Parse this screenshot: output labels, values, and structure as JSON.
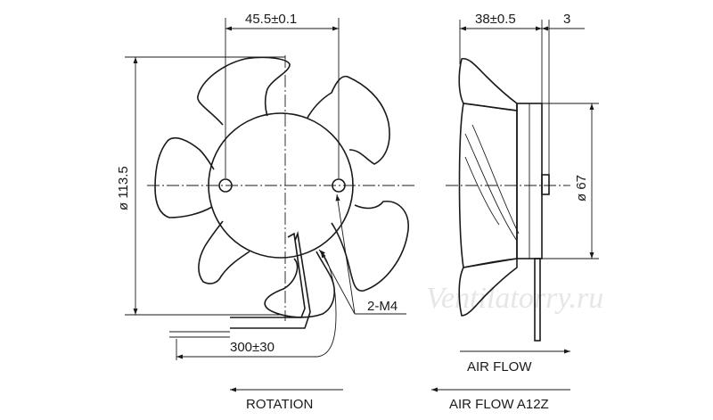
{
  "front_view": {
    "hole_spacing": "45.5±0.1",
    "overall_diameter": "ø 113.5",
    "holes_callout": "2-M4",
    "lead_length": "300±30",
    "rotation_label": "ROTATION"
  },
  "side_view": {
    "depth": "38±0.5",
    "flange_thickness": "3",
    "hub_diameter": "ø 67",
    "airflow_label": "AIR FLOW",
    "airflow_variant_label": "AIR FLOW A12Z"
  },
  "watermark": "Ventilatorry.ru",
  "colors": {
    "ink": "#1a1a1a",
    "watermark": "#e6e6e6"
  }
}
